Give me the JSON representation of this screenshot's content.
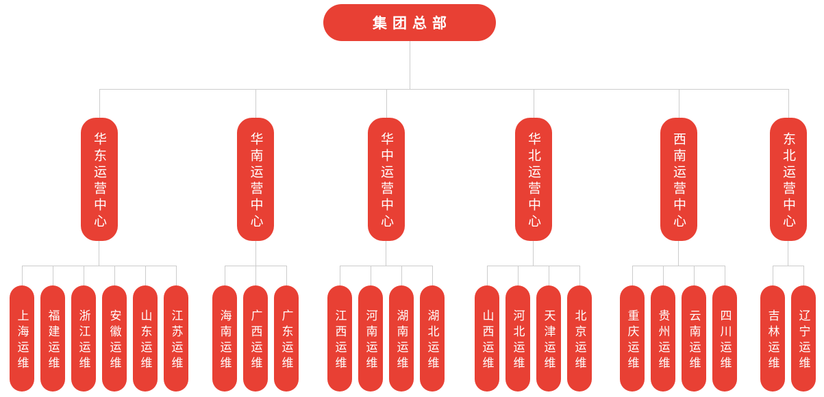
{
  "colors": {
    "node": "#e84034",
    "line": "#cccccc",
    "text": "#ffffff",
    "background": "#ffffff"
  },
  "root": {
    "label": "集团总部"
  },
  "groups": [
    {
      "label": "华东运营中心",
      "children": [
        "上海运维",
        "福建运维",
        "浙江运维",
        "安徽运维",
        "山东运维",
        "江苏运维"
      ]
    },
    {
      "label": "华南运营中心",
      "children": [
        "海南运维",
        "广西运维",
        "广东运维"
      ]
    },
    {
      "label": "华中运营中心",
      "children": [
        "江西运维",
        "河南运维",
        "湖南运维",
        "湖北运维"
      ]
    },
    {
      "label": "华北运营中心",
      "children": [
        "山西运维",
        "河北运维",
        "天津运维",
        "北京运维"
      ]
    },
    {
      "label": "西南运营中心",
      "children": [
        "重庆运维",
        "贵州运维",
        "云南运维",
        "四川运维"
      ]
    },
    {
      "label": "东北运营中心",
      "children": [
        "吉林运维",
        "辽宁运维"
      ]
    }
  ]
}
